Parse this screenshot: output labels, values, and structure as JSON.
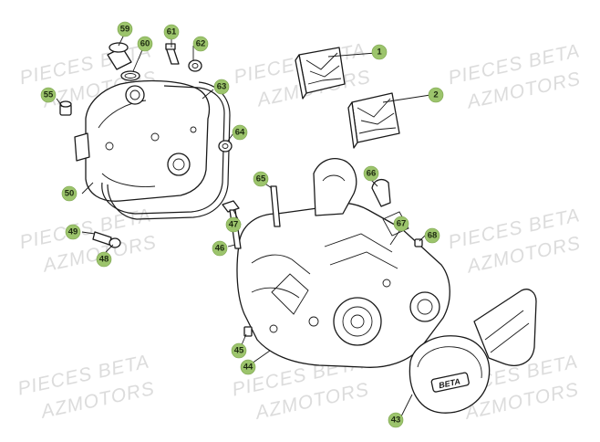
{
  "watermark": {
    "line1": "PIECES BETA",
    "line2": "AZMOTORS"
  },
  "logo": {
    "text": "BETA"
  },
  "callouts": [
    {
      "id": "1",
      "label": "1"
    },
    {
      "id": "2",
      "label": "2"
    },
    {
      "id": "43",
      "label": "43"
    },
    {
      "id": "44",
      "label": "44"
    },
    {
      "id": "45",
      "label": "45"
    },
    {
      "id": "46",
      "label": "46"
    },
    {
      "id": "47",
      "label": "47"
    },
    {
      "id": "48",
      "label": "48"
    },
    {
      "id": "49",
      "label": "49"
    },
    {
      "id": "50",
      "label": "50"
    },
    {
      "id": "55",
      "label": "55"
    },
    {
      "id": "59",
      "label": "59"
    },
    {
      "id": "60",
      "label": "60"
    },
    {
      "id": "61",
      "label": "61"
    },
    {
      "id": "62",
      "label": "62"
    },
    {
      "id": "63",
      "label": "63"
    },
    {
      "id": "64",
      "label": "64"
    },
    {
      "id": "65",
      "label": "65"
    },
    {
      "id": "66",
      "label": "66"
    },
    {
      "id": "67",
      "label": "67"
    },
    {
      "id": "68",
      "label": "68"
    }
  ],
  "colors": {
    "badge": "#9cc46c",
    "watermark": "#dcdcdc",
    "line": "#1a1a1a"
  }
}
